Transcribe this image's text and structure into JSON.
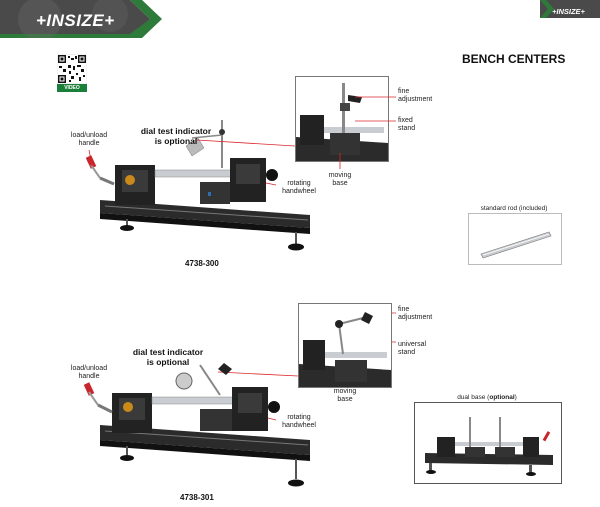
{
  "header": {
    "brand_left": "+INSIZE+",
    "brand_right": "+INSIZE+",
    "accent_color": "#2e7a3a",
    "banner_color": "#4a4a4a"
  },
  "page_title": "BENCH CENTERS",
  "qr": {
    "badge": "VIDEO"
  },
  "product_top": {
    "model": "4738-300",
    "callouts": {
      "load_unload": [
        "load/unload",
        "handle"
      ],
      "indicator": [
        "dial test indicator",
        "is optional"
      ],
      "rotating": [
        "rotating",
        "handwheel"
      ],
      "moving_base": [
        "moving",
        "base"
      ],
      "fine": [
        "fine",
        "adjustment"
      ],
      "stand": [
        "fixed",
        "stand"
      ]
    }
  },
  "product_bottom": {
    "model": "4738-301",
    "callouts": {
      "load_unload": [
        "load/unload",
        "handle"
      ],
      "indicator": [
        "dial test indicator",
        "is optional"
      ],
      "rotating": [
        "rotating",
        "handwheel"
      ],
      "moving_base": [
        "moving",
        "base"
      ],
      "fine": [
        "fine",
        "adjustment"
      ],
      "stand": [
        "universal",
        "stand"
      ]
    }
  },
  "rod_inset": {
    "caption": "standard rod (included)"
  },
  "dual_inset": {
    "caption_prefix": "dual base (",
    "caption_emph": "optional",
    "caption_suffix": ")"
  }
}
